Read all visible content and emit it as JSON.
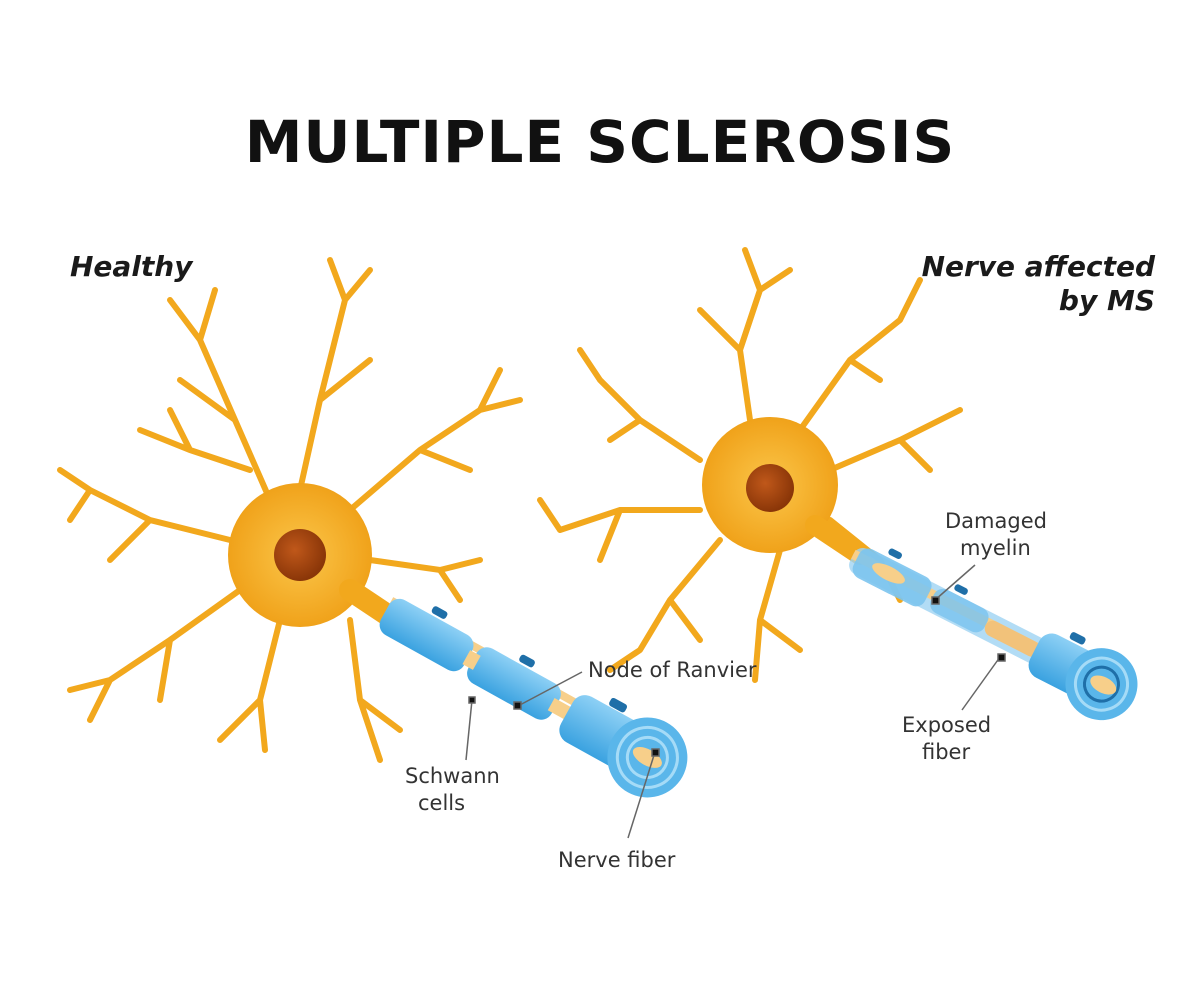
{
  "title": "MULTIPLE SCLEROSIS",
  "healthy": {
    "heading": "Healthy",
    "labels": {
      "node": "Node of Ranvier",
      "schwann_1": "Schwann",
      "schwann_2": "cells",
      "fiber": "Nerve fiber"
    }
  },
  "affected": {
    "heading_1": "Nerve affected",
    "heading_2": "by MS",
    "labels": {
      "damaged_1": "Damaged",
      "damaged_2": "myelin",
      "exposed_1": "Exposed",
      "exposed_2": "fiber"
    }
  },
  "colors": {
    "neuron": "#f2a81d",
    "nucleus": "#a8470f",
    "myelin": "#5ab6ea",
    "fiber": "#f7cf8a",
    "dark_blue": "#1f6fa8"
  }
}
